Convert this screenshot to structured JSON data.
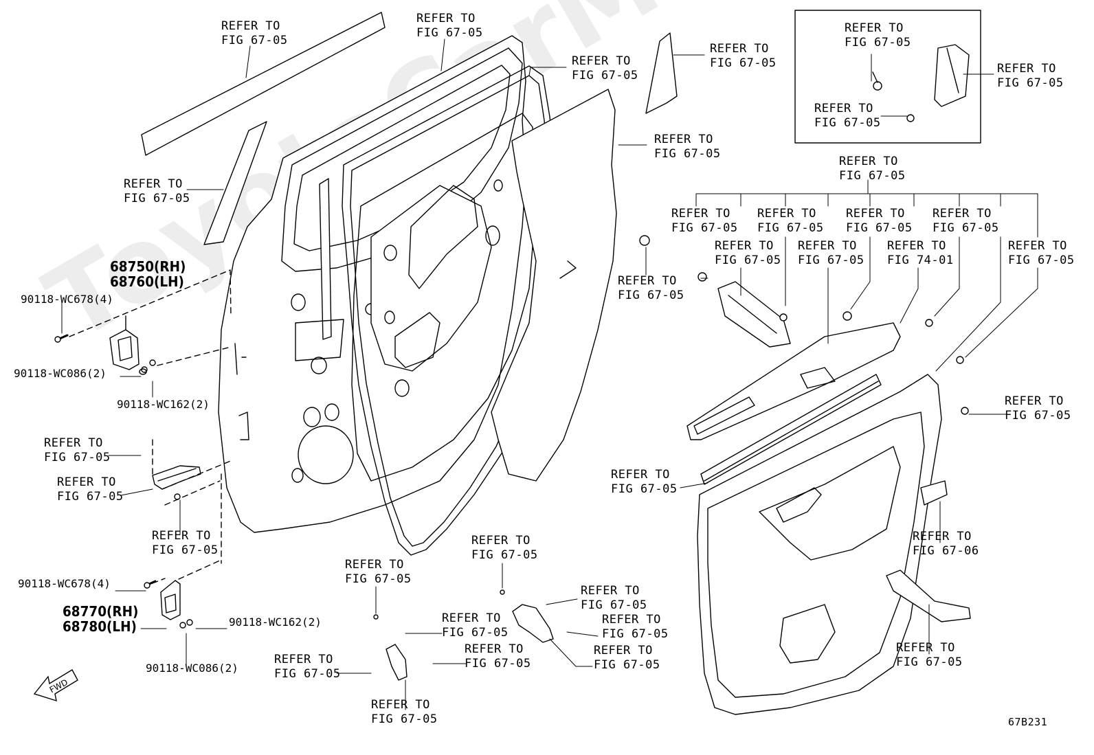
{
  "diagram": {
    "watermark": "ToyotaCarMaster.ru",
    "figure_code": "67B231",
    "direction_label": "FWD",
    "refer_labels": {
      "r01": [
        "REFER TO",
        "FIG 67-05"
      ],
      "r02": [
        "REFER TO",
        "FIG 67-05"
      ],
      "r03": [
        "REFER TO",
        "FIG 67-05"
      ],
      "r04": [
        "REFER TO",
        "FIG 67-05"
      ],
      "r05": [
        "REFER TO",
        "FIG 67-05"
      ],
      "r06": [
        "REFER TO",
        "FIG 67-05"
      ],
      "r07": [
        "REFER TO",
        "FIG 67-05"
      ],
      "r08": [
        "REFER TO",
        "FIG 67-05"
      ],
      "r09": [
        "REFER TO",
        "FIG 67-05"
      ],
      "r10": [
        "REFER TO",
        "FIG 67-05"
      ],
      "r11": [
        "REFER TO",
        "FIG 67-05"
      ],
      "r12": [
        "REFER TO",
        "FIG 67-05"
      ],
      "r13": [
        "REFER TO",
        "FIG 67-05"
      ],
      "r14": [
        "REFER TO",
        "FIG 67-05"
      ],
      "r15": [
        "REFER TO",
        "FIG 67-05"
      ],
      "r16": [
        "REFER TO",
        "FIG 67-05"
      ],
      "r17": [
        "REFER TO",
        "FIG 74-01"
      ],
      "r18": [
        "REFER TO",
        "FIG 67-05"
      ],
      "r19": [
        "REFER TO",
        "FIG 67-05"
      ],
      "r20": [
        "REFER TO",
        "FIG 67-05"
      ],
      "r21": [
        "REFER TO",
        "FIG 67-05"
      ],
      "r22": [
        "REFER TO",
        "FIG 67-06"
      ],
      "r23": [
        "REFER TO",
        "FIG 67-05"
      ],
      "r24": [
        "REFER TO",
        "FIG 67-05"
      ],
      "r25": [
        "REFER TO",
        "FIG 67-05"
      ],
      "r26": [
        "REFER TO",
        "FIG 67-05"
      ],
      "r27": [
        "REFER TO",
        "FIG 67-05"
      ],
      "r28": [
        "REFER TO",
        "FIG 67-05"
      ],
      "r29": [
        "REFER TO",
        "FIG 67-05"
      ],
      "r30": [
        "REFER TO",
        "FIG 67-05"
      ],
      "r31": [
        "REFER TO",
        "FIG 67-05"
      ],
      "r32": [
        "REFER TO",
        "FIG 67-05"
      ],
      "r33": [
        "REFER TO",
        "FIG 67-05"
      ],
      "r34": [
        "REFER TO",
        "FIG 67-05"
      ]
    },
    "part_numbers": {
      "upper_hinge": [
        "68750(RH)",
        "68760(LH)"
      ],
      "lower_hinge": [
        "68770(RH)",
        "68780(LH)"
      ],
      "bolt_upper": "90118-WC678(4)",
      "washer_upper": "90118-WC086(2)",
      "nut_upper": "90118-WC162(2)",
      "bolt_lower": "90118-WC678(4)",
      "nut_lower": "90118-WC162(2)",
      "washer_lower": "90118-WC086(2)"
    }
  }
}
